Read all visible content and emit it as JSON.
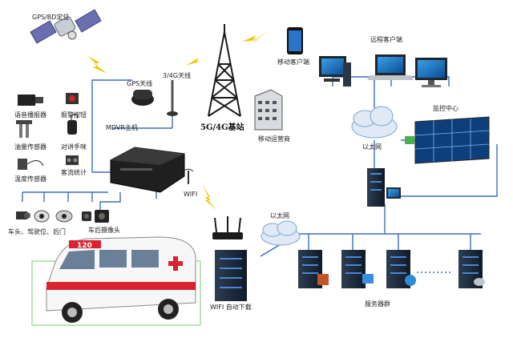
{
  "labels": {
    "gps_bd": "GPS/BD定位",
    "gps_antenna": "GPS天线",
    "antenna_34g": "3/4G天线",
    "base_station": "5G/4G基站",
    "mobile_client": "移动客户端",
    "mobile_operator": "移动运营商",
    "remote_client": "远程客户端",
    "monitor_center": "监控中心",
    "ethernet_top": "以太网",
    "ethernet_mid": "以太网",
    "mdvr_host": "MDVR主机",
    "wifi": "WIFI",
    "wifi_download": "WIFI 自动下载",
    "server_cluster": "服务器群",
    "voice_alarm": "语音播报器",
    "alarm_button": "报警按钮",
    "oil_sensor": "油量传感器",
    "intercom": "对讲手咪",
    "temp_sensor": "温度传感器",
    "passenger_count": "客流统计",
    "cameras": "车头、驾驶位、后门",
    "rear_camera": "车后摄像头",
    "ambulance_number": "120"
  },
  "colors": {
    "line": "#3a6fb7",
    "server_dark": "#1b2a3a",
    "lightning": "#f2c400",
    "cloud": "#dfeaf6",
    "ambulance_red": "#d9232f"
  }
}
